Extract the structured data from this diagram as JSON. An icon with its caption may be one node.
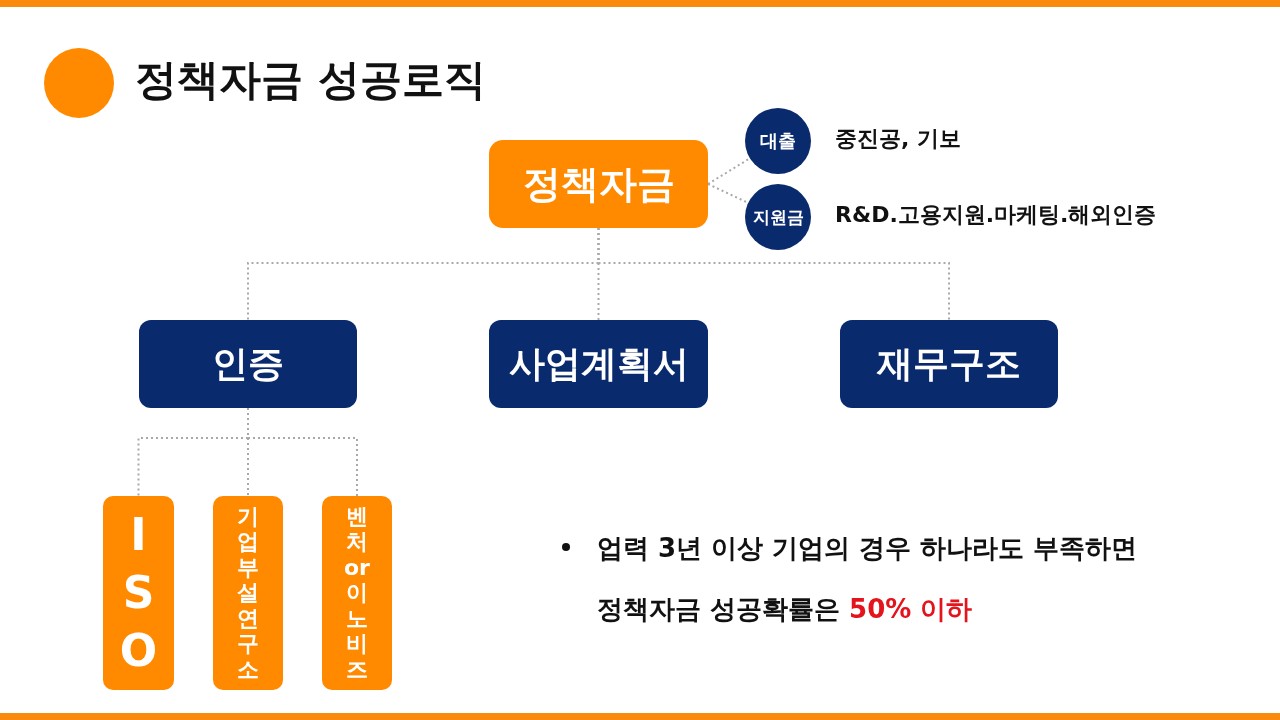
{
  "diagram": {
    "title": "정책자금 성공로직",
    "nodes": [
      {
        "text": [
          "정책자금"
        ]
      },
      {
        "text": [
          "대출"
        ],
        "beside": [
          "중진공, 기보"
        ]
      },
      {
        "text": [
          "지원금"
        ],
        "beside": [
          "R&D.고용지원.마케팅.해외인증"
        ]
      },
      {
        "text": [
          "인증"
        ]
      },
      {
        "text": [
          "사업계획서"
        ]
      },
      {
        "text": [
          "재무구조"
        ]
      },
      {
        "text": [
          "ISO"
        ]
      },
      {
        "text": [
          "기업부설연구소"
        ]
      },
      {
        "text": [
          "벤처 or 이노비즈"
        ]
      }
    ],
    "edges": [
      {
        "from": 0,
        "to": 1,
        "arrow": "none"
      },
      {
        "from": 0,
        "to": 2,
        "arrow": "none"
      },
      {
        "from": 0,
        "to": 3,
        "arrow": "none"
      },
      {
        "from": 0,
        "to": 4,
        "arrow": "none"
      },
      {
        "from": 0,
        "to": 5,
        "arrow": "none"
      },
      {
        "from": 3,
        "to": 6,
        "arrow": "none"
      },
      {
        "from": 3,
        "to": 7,
        "arrow": "none"
      },
      {
        "from": 3,
        "to": 8,
        "arrow": "none"
      }
    ],
    "labels": [
      "업력 3년 이상 기업의 경우 하나라도 부족하면 정책자금 성공확률은 **50% 이하**"
    ]
  }
}
